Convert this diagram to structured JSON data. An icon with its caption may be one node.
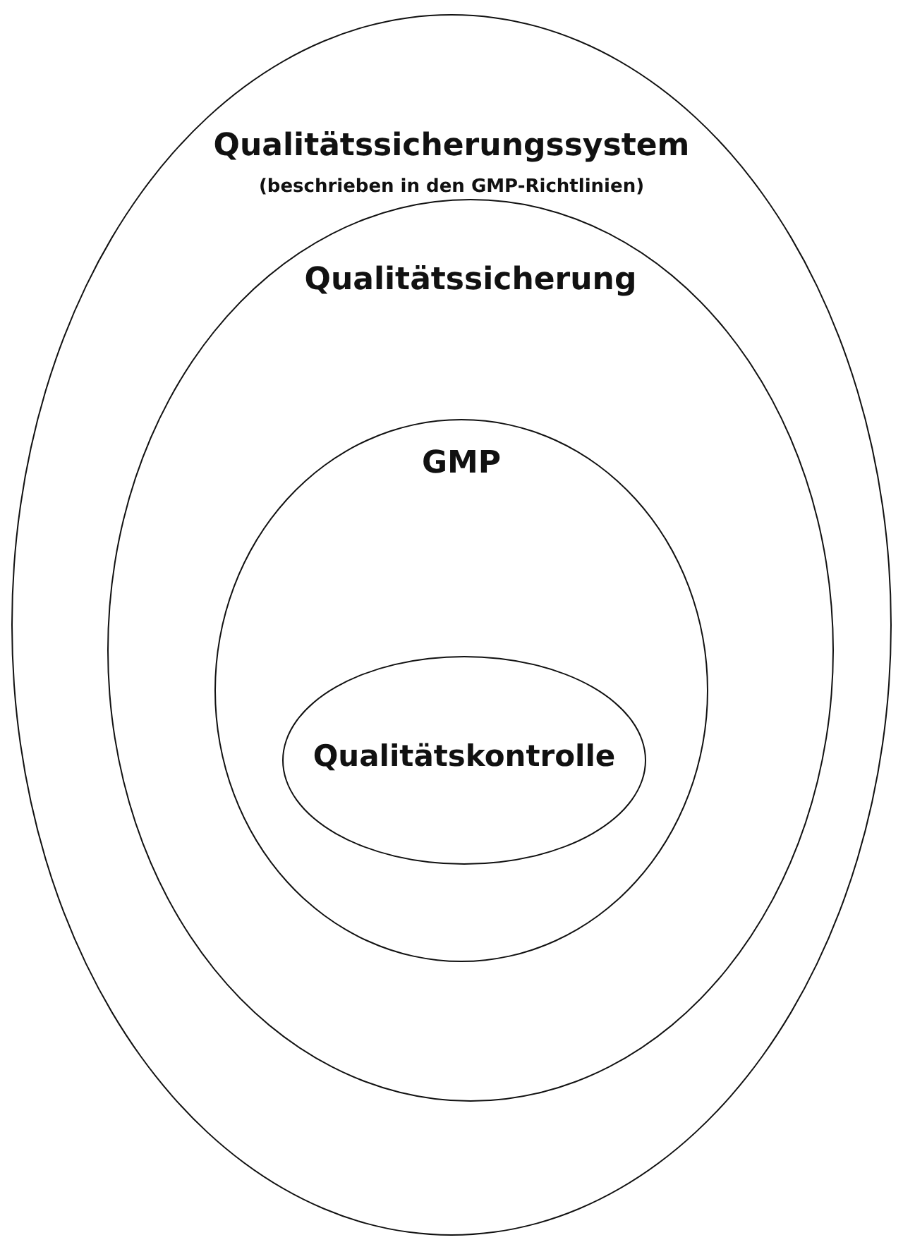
{
  "diagram": {
    "nodes": [
      {
        "text": [
          "Qualitätssicherungssystem",
          "(beschrieben in den GMP-Richtlinien)"
        ]
      },
      {
        "text": [
          "Qualitätssicherung"
        ],
        "in": 0
      },
      {
        "text": [
          "GMP"
        ],
        "in": 1
      },
      {
        "text": [
          "Qualitätskontrolle"
        ],
        "in": 2
      }
    ],
    "edges": []
  }
}
